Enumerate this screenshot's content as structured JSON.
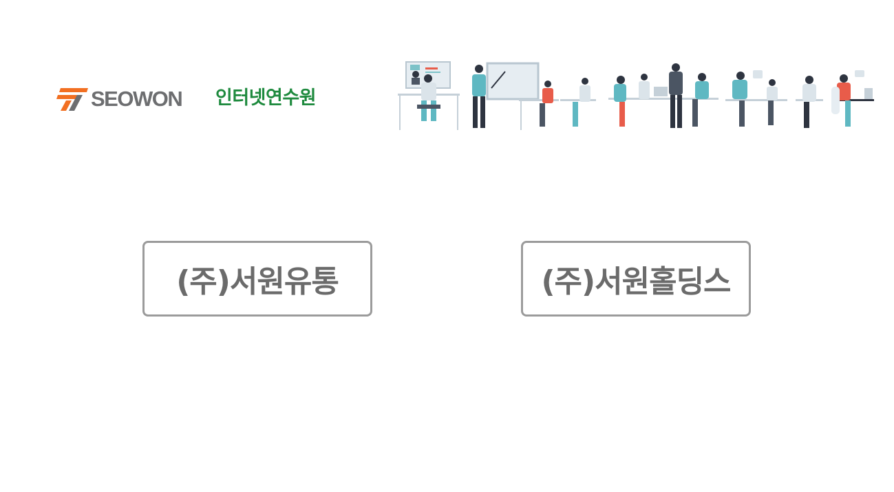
{
  "header": {
    "logo_text": "SEOWON",
    "site_name": "인터넷연수원"
  },
  "companies": [
    {
      "label": "(주)서원유통"
    },
    {
      "label": "(주)서원홀딩스"
    }
  ],
  "colors": {
    "logo_orange": "#f26f21",
    "logo_gray": "#6d6e70",
    "site_name_green": "#1e8a3e",
    "button_border": "#9b9b9b",
    "button_text": "#6b6b6b"
  },
  "icons": {
    "logo_mark": "seowon-logo-icon",
    "illustration": "people-meeting-illustration"
  }
}
